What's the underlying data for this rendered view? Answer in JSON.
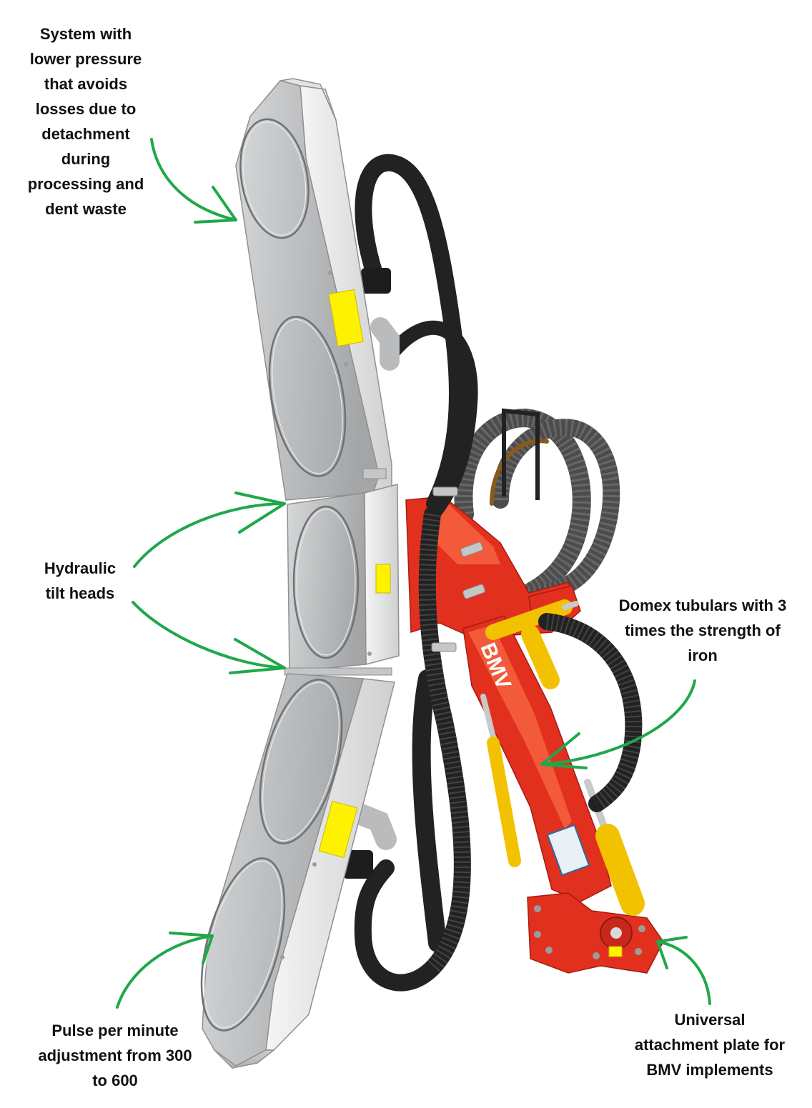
{
  "annotations": {
    "pressure_system": {
      "lines": [
        "System with",
        "lower pressure",
        "that avoids",
        "losses due to",
        "detachment",
        "during",
        "processing and",
        "dent waste"
      ]
    },
    "tilt_heads": {
      "lines": [
        "Hydraulic",
        "tilt heads"
      ]
    },
    "domex_tubulars": {
      "lines": [
        "Domex tubulars with 3",
        "times the strength of",
        "iron"
      ]
    },
    "pulse_adjustment": {
      "lines": [
        "Pulse per minute",
        "adjustment from 300",
        "to 600"
      ]
    },
    "attachment_plate": {
      "lines": [
        "Universal",
        "attachment plate for",
        "BMV implements"
      ]
    }
  },
  "machine": {
    "arm_logo": "BMV"
  },
  "colors": {
    "text": "#111111",
    "arrow": "#1fa84a",
    "frame": "#e2301f",
    "cylinder": "#f2c200",
    "hose": "#222222",
    "corrugated_hose": "#4c4c4c",
    "panel": "#c2c4c6",
    "sticker": "#fff200",
    "background": "#ffffff"
  }
}
